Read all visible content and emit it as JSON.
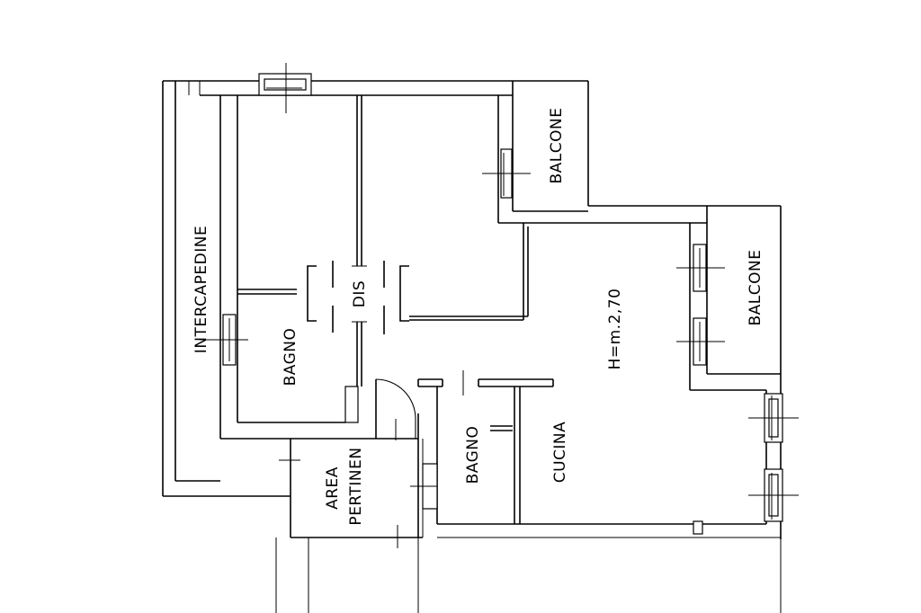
{
  "rooms": {
    "intercapedine": "INTERCAPEDINE",
    "bagno_1": "BAGNO",
    "dis": "DIS",
    "balcone_top": "BALCONE",
    "balcone_right": "BALCONE",
    "height": "H=m.2,70",
    "bagno_2": "BAGNO",
    "cucina": "CUCINA",
    "area_line1": "AREA",
    "area_line2": "PERTINEN"
  }
}
